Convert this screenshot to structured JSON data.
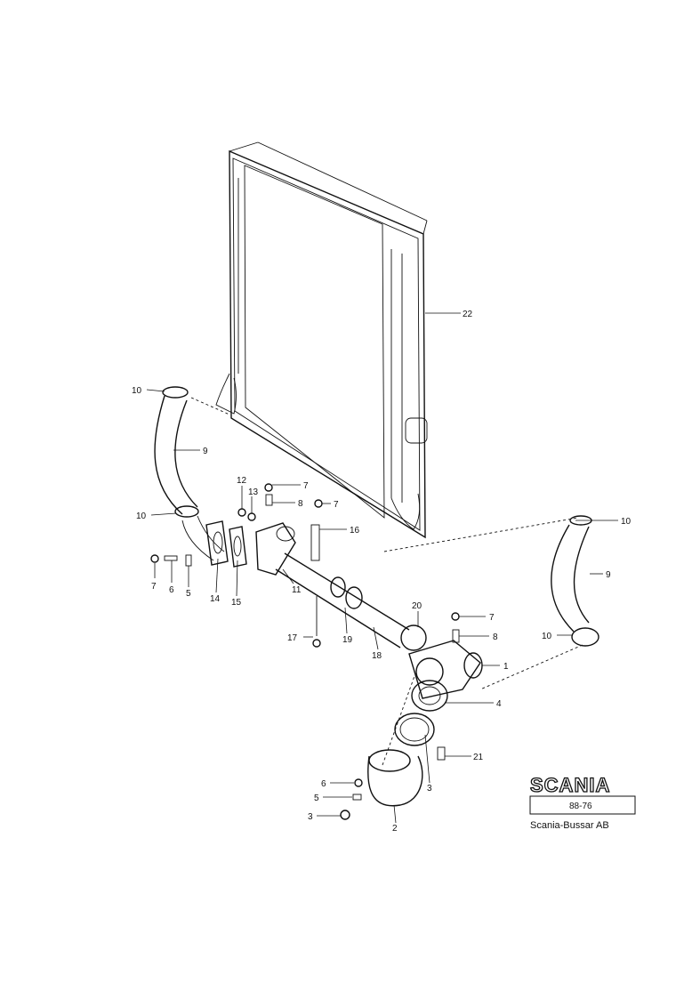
{
  "callouts": {
    "n22": "22",
    "n10a": "10",
    "n9a": "9",
    "n10b": "10",
    "n12": "12",
    "n13": "13",
    "n7a": "7",
    "n8a": "8",
    "n7b": "7",
    "n16": "16",
    "n7c": "7",
    "n6a": "6",
    "n5a": "5",
    "n14": "14",
    "n15": "15",
    "n11": "11",
    "n17": "17",
    "n19": "19",
    "n18": "18",
    "n20": "20",
    "n7d": "7",
    "n8b": "8",
    "n1": "1",
    "n10c": "10",
    "n9b": "9",
    "n10d": "10",
    "n4": "4",
    "n21": "21",
    "n6b": "6",
    "n5b": "5",
    "n3a": "3",
    "n3b": "3",
    "n2": "2"
  },
  "logo": {
    "brand": "SCANIA",
    "code": "88-76",
    "company": "Scania-Bussar AB"
  }
}
